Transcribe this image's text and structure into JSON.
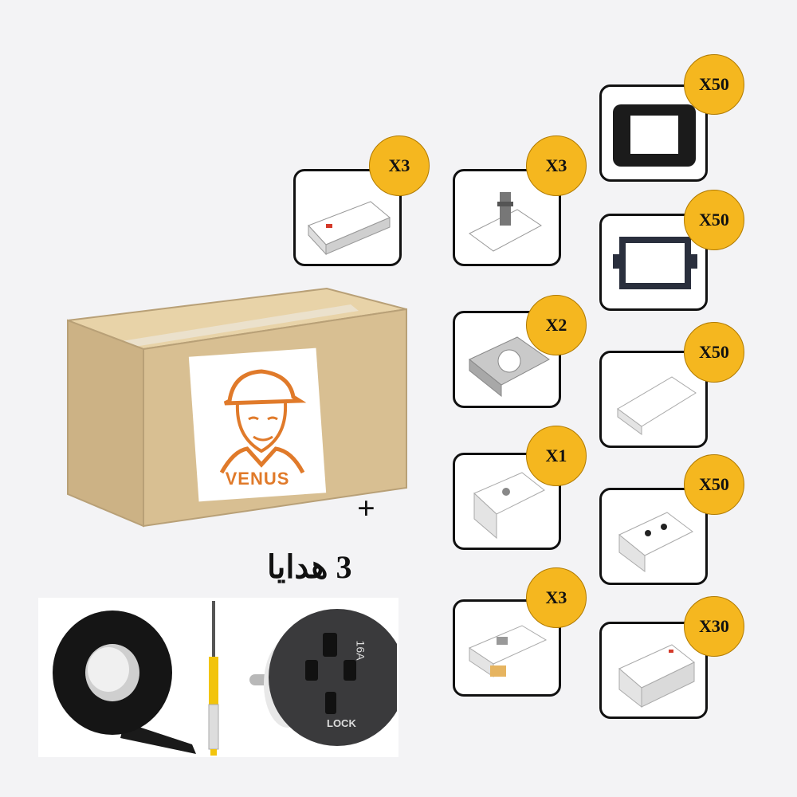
{
  "box": {
    "brand": "VENUS"
  },
  "plus": "+",
  "gifts_caption": "3 هدايا",
  "products": [
    {
      "id": "switch-indicator",
      "qty": "X3"
    },
    {
      "id": "tv-socket",
      "qty": "X3"
    },
    {
      "id": "frame-black",
      "qty": "X50"
    },
    {
      "id": "mounting-bracket",
      "qty": "X50"
    },
    {
      "id": "universal-socket-plate",
      "qty": "X2"
    },
    {
      "id": "blank-module",
      "qty": "X50"
    },
    {
      "id": "bell-switch",
      "qty": "X1"
    },
    {
      "id": "socket-module",
      "qty": "X50"
    },
    {
      "id": "data-socket",
      "qty": "X3"
    },
    {
      "id": "switch-module-light",
      "qty": "X30"
    }
  ],
  "gift_items": {
    "tape": "insulating-tape",
    "tester": "voltage-tester-screwdriver",
    "adapter": {
      "rating": "16A",
      "label": "LOCK"
    }
  },
  "colors": {
    "badge": "#f5b71f",
    "box": "#d8bf92",
    "logo": "#e07a2a",
    "background": "#f3f3f5"
  }
}
